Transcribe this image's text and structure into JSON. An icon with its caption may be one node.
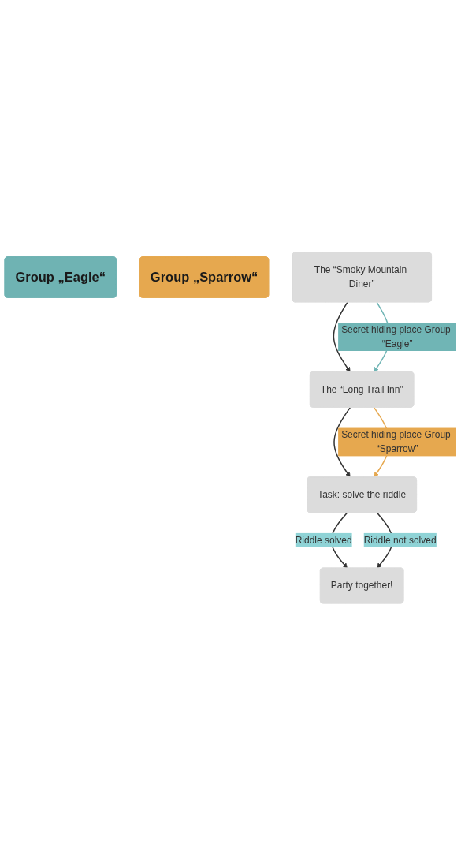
{
  "diagram": {
    "nodes": [
      {
        "text": [
          "Group „Eagle“"
        ]
      },
      {
        "text": [
          "Group „Sparrow“"
        ]
      },
      {
        "text": [
          "The “Smoky Mountain Diner”"
        ]
      },
      {
        "text": [
          "The “Long Trail Inn”"
        ]
      },
      {
        "text": [
          "Task: solve the riddle"
        ]
      },
      {
        "text": [
          "Party together!"
        ]
      }
    ],
    "edges": [
      {
        "from": 2,
        "to": 3,
        "arrow": "to"
      },
      {
        "from": 2,
        "to": 3,
        "arrow": "to",
        "label": "Secret hiding place Group “Eagle”",
        "color": "#70b5b5"
      },
      {
        "from": 3,
        "to": 4,
        "arrow": "to"
      },
      {
        "from": 3,
        "to": 4,
        "arrow": "to",
        "label": "Secret hiding place Group “Sparrow”",
        "color": "#e6a84f"
      },
      {
        "from": 4,
        "to": 5,
        "arrow": "to",
        "label": "Riddle solved"
      },
      {
        "from": 4,
        "to": 5,
        "arrow": "to",
        "label": "Riddle not solved"
      }
    ]
  }
}
